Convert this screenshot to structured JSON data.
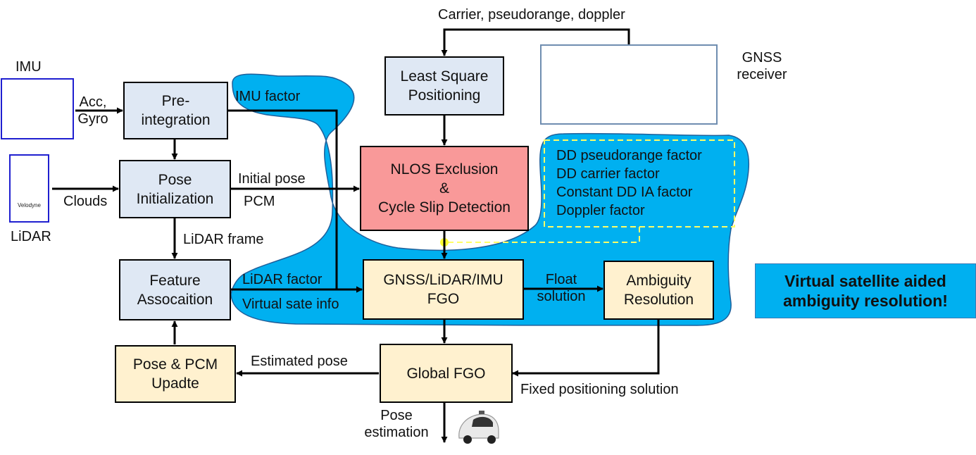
{
  "top_input_label": "Carrier, pseudorange,  doppler",
  "gnss_receiver_label": [
    "GNSS",
    "receiver"
  ],
  "imu": {
    "label": "IMU",
    "output_label": [
      "Acc,",
      "Gyro"
    ]
  },
  "lidar": {
    "label": "LiDAR",
    "output_label": "Clouds",
    "device_text": "Velodyne"
  },
  "boxes": {
    "preintegration": [
      "Pre-",
      "integration"
    ],
    "pose_init": [
      "Pose",
      "Initialization"
    ],
    "feature": [
      "Feature",
      "Assocaition"
    ],
    "pose_pcm": [
      "Pose & PCM",
      "Upadte"
    ],
    "lsq": [
      "Least Square",
      "Positioning"
    ],
    "nlos": [
      "NLOS Exclusion",
      "&",
      "Cycle Slip Detection"
    ],
    "fgo": [
      "GNSS/LiDAR/IMU",
      "FGO"
    ],
    "ambiguity": [
      "Ambiguity",
      "Resolution"
    ],
    "global": "Global  FGO"
  },
  "edge_labels": {
    "imu_factor": "IMU factor",
    "initial_pose": "Initial pose",
    "pcm": "PCM",
    "lidar_frame": "LiDAR frame",
    "lidar_factor": "LiDAR factor",
    "virtual_sate_info": "Virtual sate info",
    "float_solution": [
      "Float",
      "solution"
    ],
    "estimated_pose": "Estimated pose",
    "fixed_solution": "Fixed positioning solution",
    "pose_estimation": [
      "Pose",
      "estimation"
    ]
  },
  "factors": [
    "DD pseudorange  factor",
    "DD carrier factor",
    "Constant  DD IA factor",
    "Doppler factor"
  ],
  "callout": [
    "Virtual satellite aided",
    "ambiguity  resolution!"
  ],
  "colors": {
    "region_fill": "#00b0f0",
    "region_stroke": "#1f5f9a",
    "box_blue": "#dfe8f4",
    "box_cream": "#fff1cf",
    "box_pink": "#f99999",
    "dashed_line": "#ffff66",
    "imu_orange": "#e8632a",
    "receiver_square": "#5b9bd5"
  }
}
